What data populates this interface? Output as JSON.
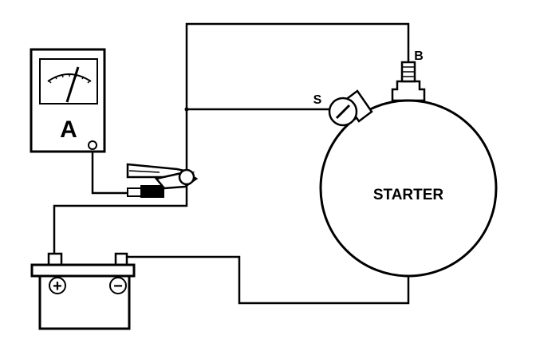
{
  "diagram": {
    "ammeter_label": "A",
    "starter_label": "STARTER",
    "terminal_b_label": "B",
    "terminal_s_label": "S",
    "battery_positive_symbol": "+",
    "battery_negative_symbol": "−"
  }
}
